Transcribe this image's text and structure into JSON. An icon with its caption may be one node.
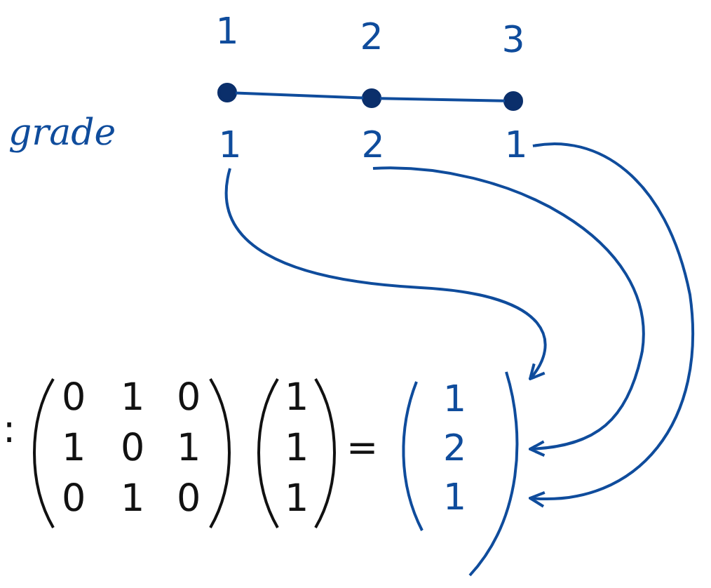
{
  "diagram": {
    "nodes": [
      {
        "text": [],
        "shape": "circle",
        "beside": [
          "1"
        ]
      },
      {
        "text": [],
        "shape": "circle",
        "beside": [
          "2"
        ]
      },
      {
        "text": [],
        "shape": "circle",
        "beside": [
          "3"
        ]
      },
      {
        "text": [
          "1"
        ]
      },
      {
        "text": [
          "2"
        ]
      },
      {
        "text": [
          "1"
        ]
      },
      {
        "text": [
          "1"
        ]
      },
      {
        "text": [
          "2"
        ]
      },
      {
        "text": [
          "1"
        ]
      }
    ],
    "edges": [
      {
        "from": 0,
        "to": 1,
        "arrow": "none"
      },
      {
        "from": 1,
        "to": 2,
        "arrow": "none"
      },
      {
        "from": 3,
        "to": 6,
        "arrow": "to"
      },
      {
        "from": 4,
        "to": 7,
        "arrow": "to"
      },
      {
        "from": 5,
        "to": 8,
        "arrow": "to"
      }
    ],
    "labels": [
      "grade",
      ":",
      "0",
      "1",
      "0",
      "1",
      "0",
      "1",
      "0",
      "1",
      "0",
      "1",
      "1",
      "1",
      "="
    ]
  }
}
